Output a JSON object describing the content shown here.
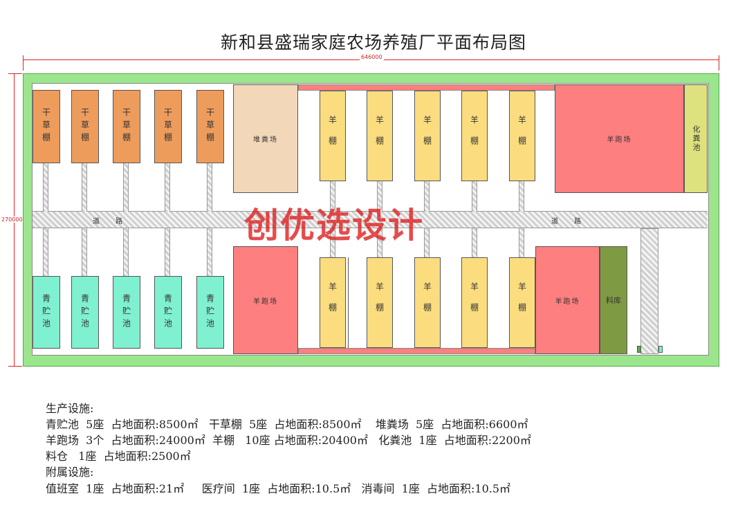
{
  "title": "新和县盛瑞家庭农场养殖厂平面布局图",
  "dimensions": {
    "width_label": "646000",
    "height_label": "270000"
  },
  "facilities": {
    "hay_shed": "干草棚",
    "silage_pit": "青贮池",
    "sheep_shed": "羊棚",
    "manure_yard": "堆粪场",
    "sheep_run": "羊跑场",
    "compost_pit": "化粪池",
    "feed_store": "料库"
  },
  "roads": {
    "left": "道 路",
    "right": "道 路"
  },
  "watermark": "创优选设计",
  "legend": {
    "production_heading": "生产设施:",
    "production_rows": [
      "青贮池  5座  占地面积:8500㎡   干草棚  5座  占地面积:8500㎡    堆粪场  5座  占地面积:6600㎡",
      "羊跑场  3个  占地面积:24000㎡  羊棚   10座 占地面积:20400㎡   化粪池  1座  占地面积:2200㎡",
      "料仓   1座  占地面积:2500㎡"
    ],
    "auxiliary_heading": "附属设施:",
    "auxiliary_rows": [
      "值班室  1座  占地面积:21㎡     医疗间  1座  占地面积:10.5㎡   消毒间  1座  占地面积:10.5㎡"
    ]
  },
  "colors": {
    "hay_shed": "#ee9c5c",
    "silage_pit": "#7ff0d0",
    "sheep_shed": "#fbdd7f",
    "sheep_run": "#fe7f7f",
    "manure_yard": "#f2d8b8",
    "compost_pit": "#dde27e",
    "feed_store": "#7e9a42",
    "site_border": "#9be68c",
    "watermark": "#e02020"
  }
}
